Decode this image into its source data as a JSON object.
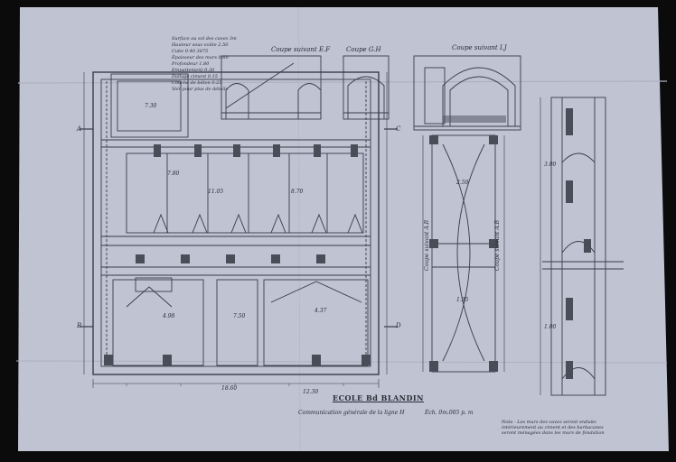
{
  "drawing": {
    "title": "ECOLE Bd BLANDIN",
    "sections": {
      "ef": "Coupe suivant E.F",
      "gh": "Coupe G.H",
      "ij": "Coupe suivant I.J",
      "ab": "Coupe suivant A.B"
    },
    "points": {
      "a": "A",
      "b": "B",
      "c": "C",
      "d": "D"
    },
    "dims": {
      "r1": "7.80",
      "r2": "11.05",
      "r3": "8.70",
      "r4": "4.98",
      "r5": "7.50",
      "r6": "4.37",
      "r7": "7.30",
      "r8": "2.50",
      "r9": "1.35",
      "r10": "3.00",
      "r11": "1.00",
      "r12": "18.60",
      "r13": "12.30"
    },
    "caption": "Communication générale de la ligne H",
    "scale_note": "Éch. 0m.005 p. m",
    "legend_lines": [
      "Nota - Les murs des caves seront enduits",
      "intérieurement au ciment et des barbacanes",
      "seront ménagées dans les murs de fondation"
    ],
    "notes_lines": [
      "Surface au sol des caves 3m",
      "Hauteur sous voûte 2.50",
      "Cube 0.40 3875",
      "Épaisseur des murs 0.60",
      "Profondeur 1.80",
      "Empattement 0.30",
      "Dallage ciment 0.15",
      "Couche de béton 0.25",
      "Voir pour plus de détails"
    ]
  }
}
